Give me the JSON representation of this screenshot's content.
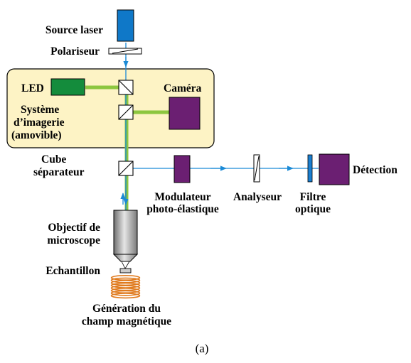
{
  "labels": {
    "source_laser": "Source laser",
    "polariseur": "Polariseur",
    "led": "LED",
    "camera": "Caméra",
    "systeme_line1": "Système",
    "systeme_line2": "d’imagerie",
    "systeme_line3": "(amovible)",
    "cube_line1": "Cube",
    "cube_line2": "séparateur",
    "detection": "Détection",
    "modulateur_line1": "Modulateur",
    "modulateur_line2": "photo-élastique",
    "analyseur": "Analyseur",
    "filtre_line1": "Filtre",
    "filtre_line2": "optique",
    "objectif_line1": "Objectif de",
    "objectif_line2": "microscope",
    "echantillon": "Echantillon",
    "generation_line1": "Génération du",
    "generation_line2": "champ magnétique"
  },
  "caption": "(a)",
  "colors": {
    "laser_beam": "#1b8ad6",
    "led_beam": "#8cc63f",
    "laser_box": "#0f78c8",
    "led_box": "#148c3c",
    "purple_box": "#6b1f72",
    "filter": "#1a7fd0",
    "panel_fill": "#fdf3c5",
    "coil": "#e07b1f"
  }
}
